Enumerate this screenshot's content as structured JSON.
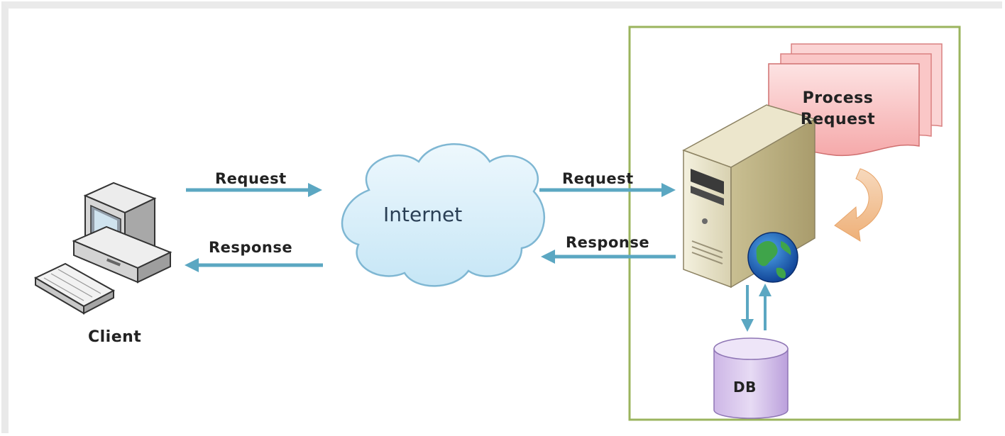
{
  "client": {
    "label": "Client"
  },
  "internet": {
    "label": "Internet"
  },
  "flows": {
    "client_request": "Request",
    "client_response": "Response",
    "server_request": "Request",
    "server_response": "Response"
  },
  "server": {
    "process_line1": "Process",
    "process_line2": "Request"
  },
  "database": {
    "label": "DB"
  },
  "colors": {
    "arrow": "#5ba7c2",
    "server_box": "#9bb45e",
    "cloud_fill": "#d6eef9",
    "process_fill": "#f9c3c3",
    "db_fill": "#d9c6ec",
    "curved_arrow": "#f2c79a"
  }
}
